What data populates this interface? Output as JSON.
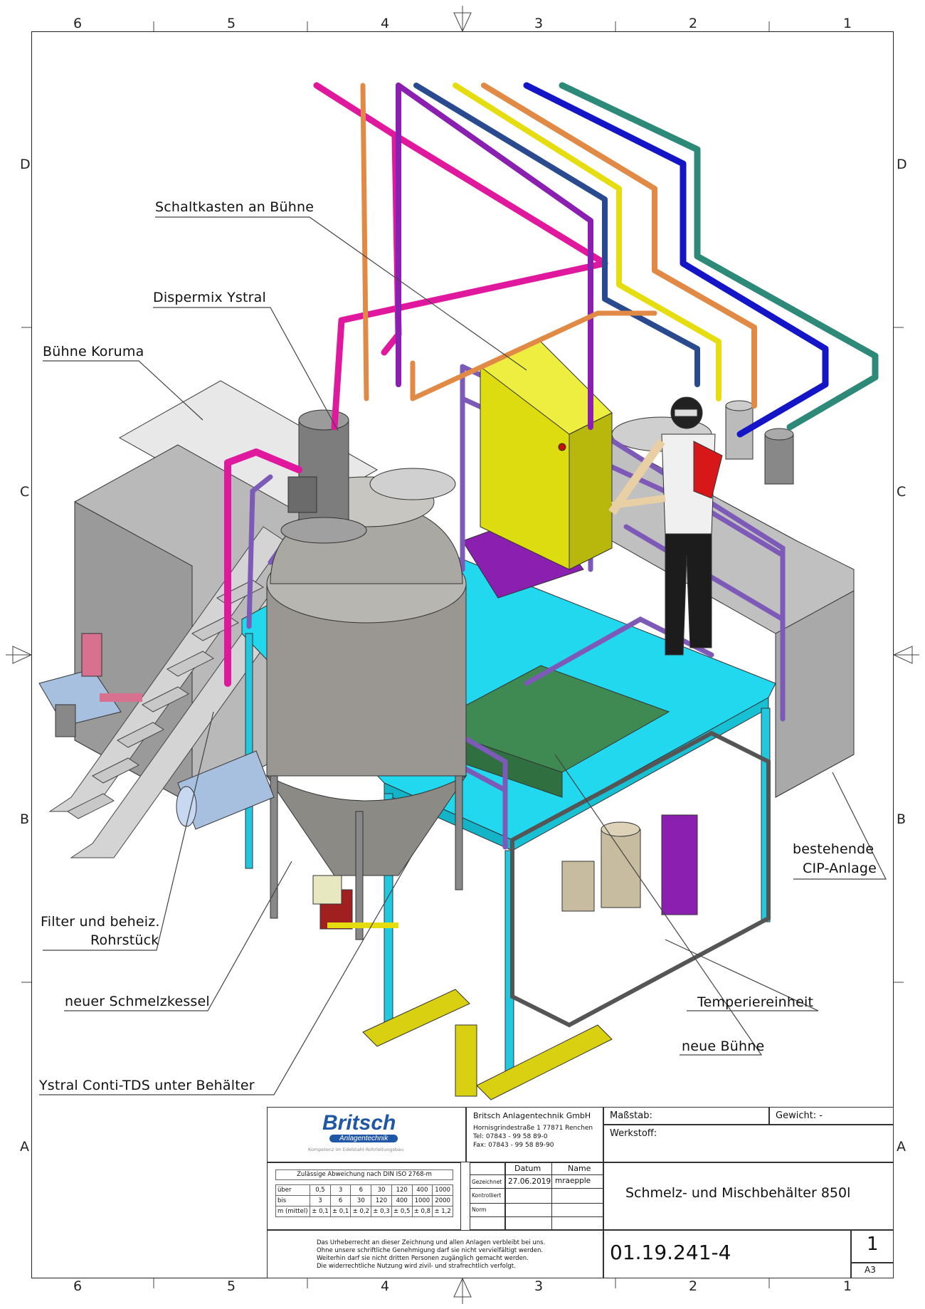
{
  "zones": {
    "columns": [
      "6",
      "5",
      "4",
      "3",
      "2",
      "1"
    ],
    "rows": [
      "D",
      "C",
      "B",
      "A"
    ]
  },
  "callouts": {
    "schaltkasten": "Schaltkasten an Bühne",
    "dispermix": "Dispermix Ystral",
    "buehne_koruma": "Bühne Koruma",
    "filter_line1": "Filter und beheiz.",
    "filter_line2": "Rohrstück",
    "schmelzkessel": "neuer Schmelzkessel",
    "conti_tds": "Ystral Conti-TDS unter Behälter",
    "cip_line1": "bestehende",
    "cip_line2": "CIP-Anlage",
    "temperiereinheit": "Temperiereinheit",
    "neue_buehne": "neue Bühne"
  },
  "title_block": {
    "logo_text": "Britsch",
    "logo_subtext": "Anlagentechnik",
    "logo_tagline": "Kompetenz im Edelstahl-Rohrleitungsbau",
    "company": "Britsch Anlagentechnik GmbH",
    "address": "Hornisgrindestraße 1   77871 Renchen",
    "tel": "Tel:  07843 - 99 58 89-0",
    "fax": "Fax: 07843 - 99 58 89-90",
    "massstab_label": "Maßstab:",
    "gewicht_label": "Gewicht: -",
    "werkstoff_label": "Werkstoff:",
    "datum_header": "Datum",
    "name_header": "Name",
    "gezeichnet_label": "Gezeichnet",
    "gezeichnet_date": "27.06.2019",
    "gezeichnet_name": "mraepple",
    "kontrolliert_label": "Kontrolliert",
    "norm_label": "Norm",
    "title": "Schmelz- und Mischbehälter 850l",
    "drawing_number": "01.19.241-4",
    "sheet": "1",
    "format": "A3",
    "copyright_1": "Das Urheberrecht an dieser Zeichnung und allen Anlagen verbleibt bei uns.",
    "copyright_2": "Ohne unsere schriftliche Genehmigung darf sie nicht vervielfältigt werden.",
    "copyright_3": "Weiterhin darf sie nicht dritten Personen zugänglich gemacht werden.",
    "copyright_4": "Die widerrechtliche Nutzung wird zivil- und strafrechtlich verfolgt.",
    "tolerance_title": "Zulässige Abweichung nach DIN ISO 2768-m",
    "tol_row_ueber": [
      "über",
      "0,5",
      "3",
      "6",
      "30",
      "120",
      "400",
      "1000"
    ],
    "tol_row_bis": [
      "bis",
      "3",
      "6",
      "30",
      "120",
      "400",
      "1000",
      "2000"
    ],
    "tol_row_mittel": [
      "m (mittel)",
      "± 0,1",
      "± 0,1",
      "± 0,2",
      "± 0,3",
      "± 0,5",
      "± 0,8",
      "± 1,2"
    ]
  },
  "colors": {
    "platform": "#22d8ee",
    "railing": "#b58be0",
    "pipe_magenta": "#e0189e",
    "pipe_purple": "#8a1fb0",
    "pipe_orange": "#e08a45",
    "pipe_yellow": "#e6dd10",
    "pipe_blue": "#1515c8",
    "pipe_teal": "#2e8a78",
    "tank": "#9a9792",
    "switchbox": "#dddd10",
    "frame_yellow": "#d8d010"
  }
}
